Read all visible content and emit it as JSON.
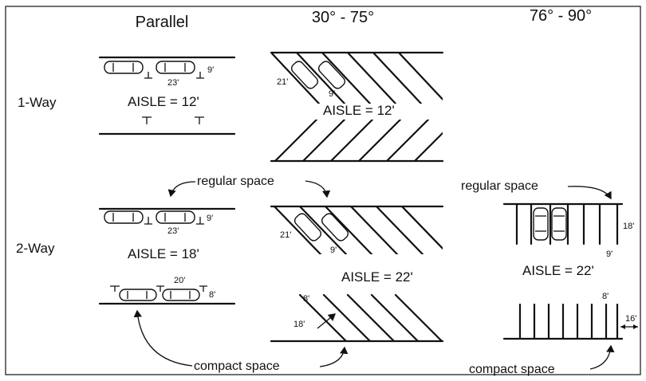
{
  "headers": {
    "parallel": "Parallel",
    "angled": "30° - 75°",
    "perpendicular": "76° - 90°"
  },
  "rows": {
    "one_way": "1-Way",
    "two_way": "2-Way"
  },
  "one_way": {
    "parallel": {
      "stall_length": "23'",
      "stall_width": "9'",
      "aisle": "AISLE = 12'"
    },
    "angled": {
      "stall_depth": "21'",
      "stall_width": "9'",
      "aisle": "AISLE = 12'"
    }
  },
  "two_way": {
    "parallel_regular": {
      "stall_length": "23'",
      "stall_width": "9'",
      "aisle": "AISLE = 18'"
    },
    "parallel_compact": {
      "stall_length": "20'",
      "stall_width": "8'"
    },
    "angled_regular": {
      "stall_depth": "21'",
      "stall_width": "9'",
      "aisle": "AISLE = 22'"
    },
    "angled_compact": {
      "stall_width": "8'",
      "stall_depth": "18'"
    },
    "perpendicular_regular": {
      "stall_depth": "18'",
      "stall_width": "9'",
      "aisle": "AISLE = 22'"
    },
    "perpendicular_compact": {
      "stall_width": "8'",
      "stall_depth": "16'"
    }
  },
  "callouts": {
    "regular_space_left": "regular space",
    "regular_space_right": "regular space",
    "compact_space_left": "compact space",
    "compact_space_right": "compact space"
  }
}
